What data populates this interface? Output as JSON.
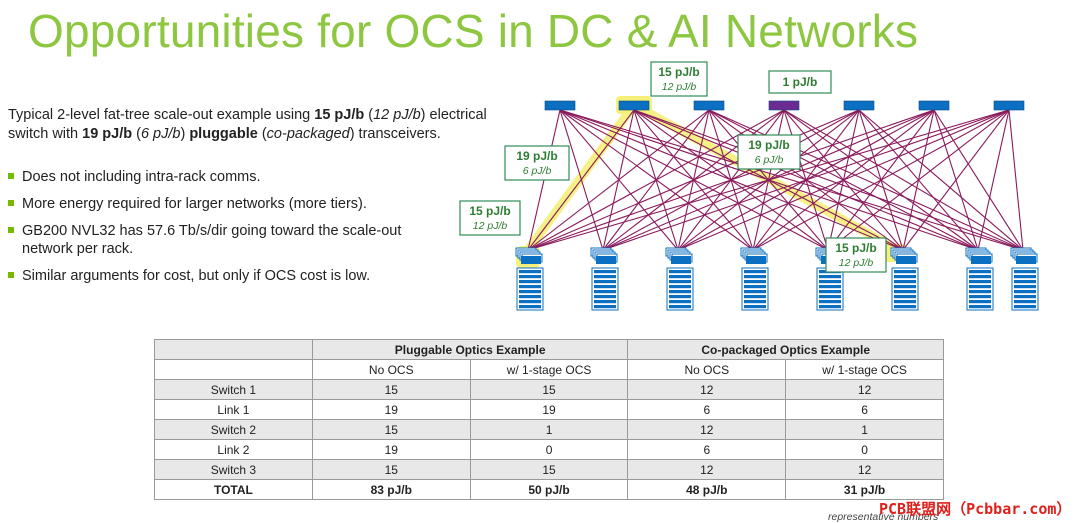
{
  "title": "Opportunities for OCS in DC & AI Networks",
  "intro": {
    "t1": "Typical 2-level fat-tree scale-out example using ",
    "b1": "15 pJ/b",
    "t2": " (",
    "i1": "12 pJ/b",
    "t3": ") electrical switch with ",
    "b2": "19 pJ/b",
    "t4": " (",
    "i2": "6 pJ/b",
    "t5": ") ",
    "b3": "pluggable",
    "t6": " (",
    "i3": "co-packaged",
    "t7": ") transceivers."
  },
  "bullets": [
    "Does not including intra-rack comms.",
    "More energy required for larger networks (more tiers).",
    "GB200 NVL32 has 57.6 Tb/s/dir going toward the scale-out network per rack.",
    "Similar arguments for cost, but only if OCS cost is low."
  ],
  "diagram": {
    "callouts": [
      {
        "main": "15 pJ/b",
        "sub": "12 pJ/b"
      },
      {
        "main": "1 pJ/b",
        "sub": ""
      },
      {
        "main": "19 pJ/b",
        "sub": "6 pJ/b"
      },
      {
        "main": "19 pJ/b",
        "sub": "6 pJ/b"
      },
      {
        "main": "15 pJ/b",
        "sub": "12 pJ/b"
      },
      {
        "main": "15 pJ/b",
        "sub": "12 pJ/b"
      }
    ],
    "colors": {
      "spine": "#0b6fc2",
      "ocs": "#6b2c91",
      "link": "#8a1a5c",
      "highlight": "#f5f07a",
      "callout_border": "#2e8b57",
      "callout_text": "#2e7d32"
    }
  },
  "table": {
    "groups": [
      "Pluggable Optics Example",
      "Co-packaged Optics Example"
    ],
    "subheaders": [
      "No OCS",
      "w/ 1-stage OCS",
      "No OCS",
      "w/ 1-stage OCS"
    ],
    "rows": [
      [
        "Switch 1",
        "15",
        "15",
        "12",
        "12"
      ],
      [
        "Link 1",
        "19",
        "19",
        "6",
        "6"
      ],
      [
        "Switch 2",
        "15",
        "1",
        "12",
        "1"
      ],
      [
        "Link 2",
        "19",
        "0",
        "6",
        "0"
      ],
      [
        "Switch 3",
        "15",
        "15",
        "12",
        "12"
      ],
      [
        "TOTAL",
        "83 pJ/b",
        "50 pJ/b",
        "48 pJ/b",
        "31 pJ/b"
      ]
    ]
  },
  "footnote": "representative numbers",
  "watermark": "PCB联盟网（Pcbbar.com）"
}
